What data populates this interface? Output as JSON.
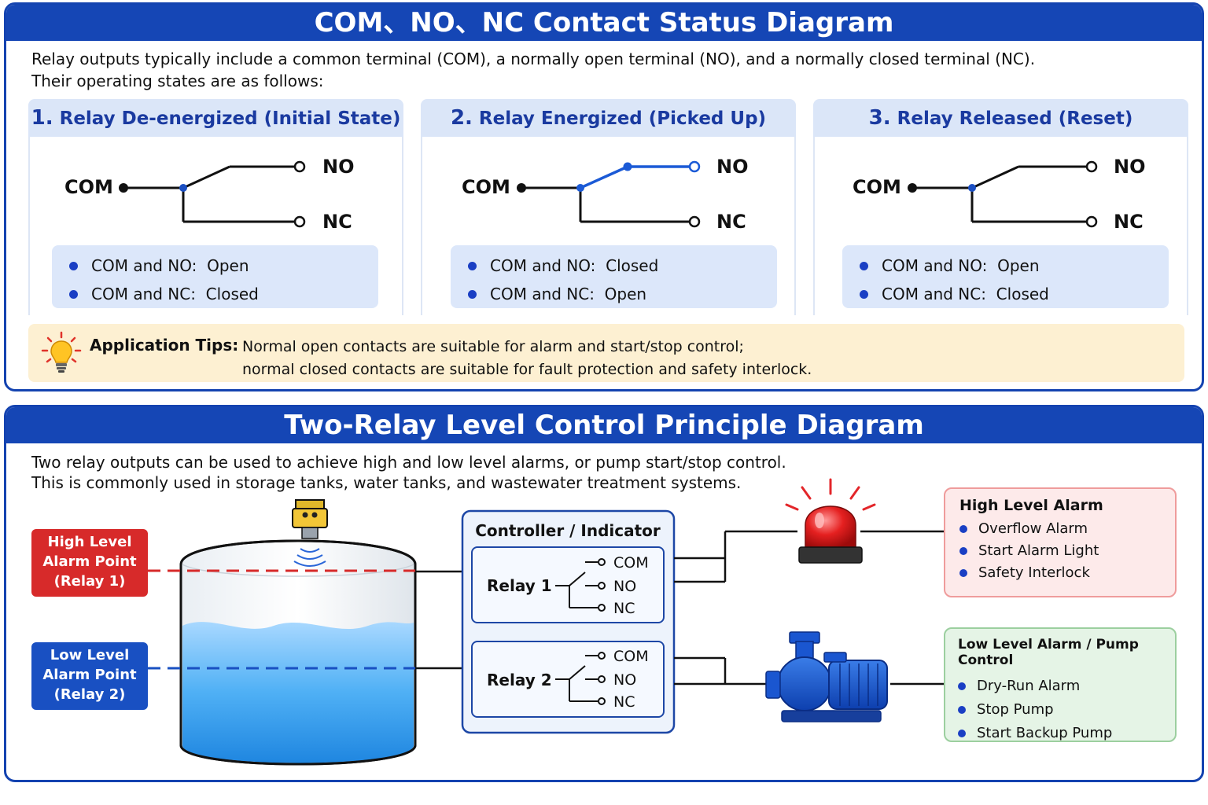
{
  "colors": {
    "header_blue": "#1546b5",
    "energized_wire": "#1b5ad6",
    "high_alarm_red": "#d72a2a",
    "low_alarm_blue": "#1950c2",
    "tips_bg": "#fdf0d2",
    "status_bg": "#dce7fa"
  },
  "panel1": {
    "title": "COM、NO、NC Contact Status Diagram",
    "intro_line1": "Relay outputs typically include a common terminal (COM), a normally open terminal (NO), and a normally closed terminal (NC).",
    "intro_line2": "Their operating states are as follows:",
    "states": [
      {
        "num": "1.",
        "title": "Relay De-energized (Initial State)",
        "com": "COM",
        "no": "NO",
        "nc": "NC",
        "status1": "COM and NO:  Open",
        "status2": "COM and NC:  Closed"
      },
      {
        "num": "2.",
        "title": "Relay Energized (Picked Up)",
        "com": "COM",
        "no": "NO",
        "nc": "NC",
        "status1": "COM and NO:  Closed",
        "status2": "COM and NC:  Open"
      },
      {
        "num": "3.",
        "title": "Relay Released (Reset)",
        "com": "COM",
        "no": "NO",
        "nc": "NC",
        "status1": "COM and NO:  Open",
        "status2": "COM and NC:  Closed"
      }
    ],
    "tips_icon": "lightbulb-icon",
    "tips_label": "Application Tips:",
    "tips_line1": "Normal open contacts are suitable for alarm and start/stop control;",
    "tips_line2": "normal closed contacts are suitable for fault protection and safety interlock."
  },
  "panel2": {
    "title": "Two-Relay Level Control Principle Diagram",
    "intro_line1": "Two relay outputs can be used to achieve high and low level alarms, or pump start/stop control.",
    "intro_line2": "This is commonly used in storage tanks, water tanks, and wastewater treatment systems.",
    "high_point": [
      "High Level",
      "Alarm Point",
      "(Relay 1)"
    ],
    "low_point": [
      "Low Level",
      "Alarm Point",
      "(Relay 2)"
    ],
    "controller_title": "Controller / Indicator",
    "relay1": {
      "label": "Relay 1",
      "com": "COM",
      "no": "NO",
      "nc": "NC"
    },
    "relay2": {
      "label": "Relay 2",
      "com": "COM",
      "no": "NO",
      "nc": "NC"
    },
    "high_alarm": {
      "title": "High Level Alarm",
      "items": [
        "Overflow Alarm",
        "Start Alarm Light",
        "Safety Interlock"
      ]
    },
    "low_alarm": {
      "title": "Low Level Alarm / Pump Control",
      "items": [
        "Dry-Run Alarm",
        "Stop Pump",
        "Start Backup Pump"
      ]
    },
    "icons": [
      "level-sensor-icon",
      "water-tank-icon",
      "alarm-beacon-icon",
      "pump-icon"
    ]
  }
}
